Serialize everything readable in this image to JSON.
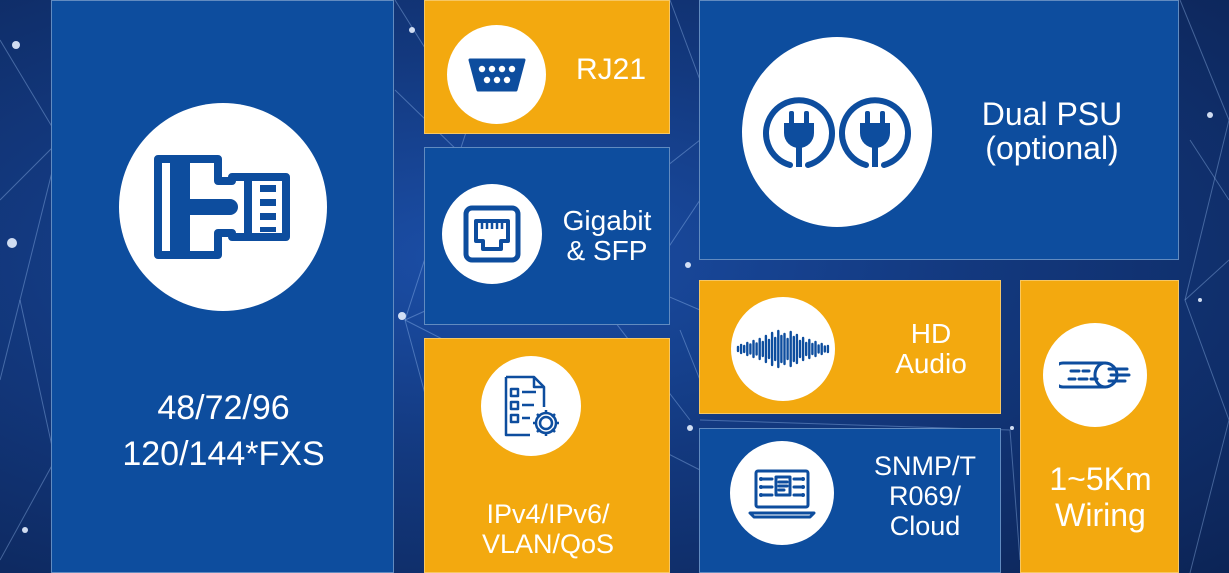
{
  "colors": {
    "blue": "#0d4d9e",
    "amber": "#f3a90f",
    "icon_blue": "#0d4d9e",
    "background": "#13397f"
  },
  "tiles": {
    "fxs": {
      "line1": "48/72/96",
      "line2": "120/144*FXS",
      "icon": "ethernet-connector-icon"
    },
    "rj21": {
      "label": "RJ21",
      "icon": "serial-port-icon"
    },
    "gigabit": {
      "line1": "Gigabit",
      "line2": "& SFP",
      "icon": "ethernet-port-icon"
    },
    "ipv": {
      "line1": "IPv4/IPv6/",
      "line2": "VLAN/QoS",
      "icon": "document-settings-icon"
    },
    "psu": {
      "line1": "Dual PSU",
      "line2": "(optional)",
      "icon": "power-plug-icon"
    },
    "audio": {
      "line1": "HD",
      "line2": "Audio",
      "icon": "sound-wave-icon"
    },
    "snmp": {
      "line1": "SNMP/T",
      "line2": "R069/",
      "line3": "Cloud",
      "icon": "laptop-network-icon"
    },
    "wiring": {
      "line1": "1~5Km",
      "line2": "Wiring",
      "icon": "cable-icon"
    }
  }
}
